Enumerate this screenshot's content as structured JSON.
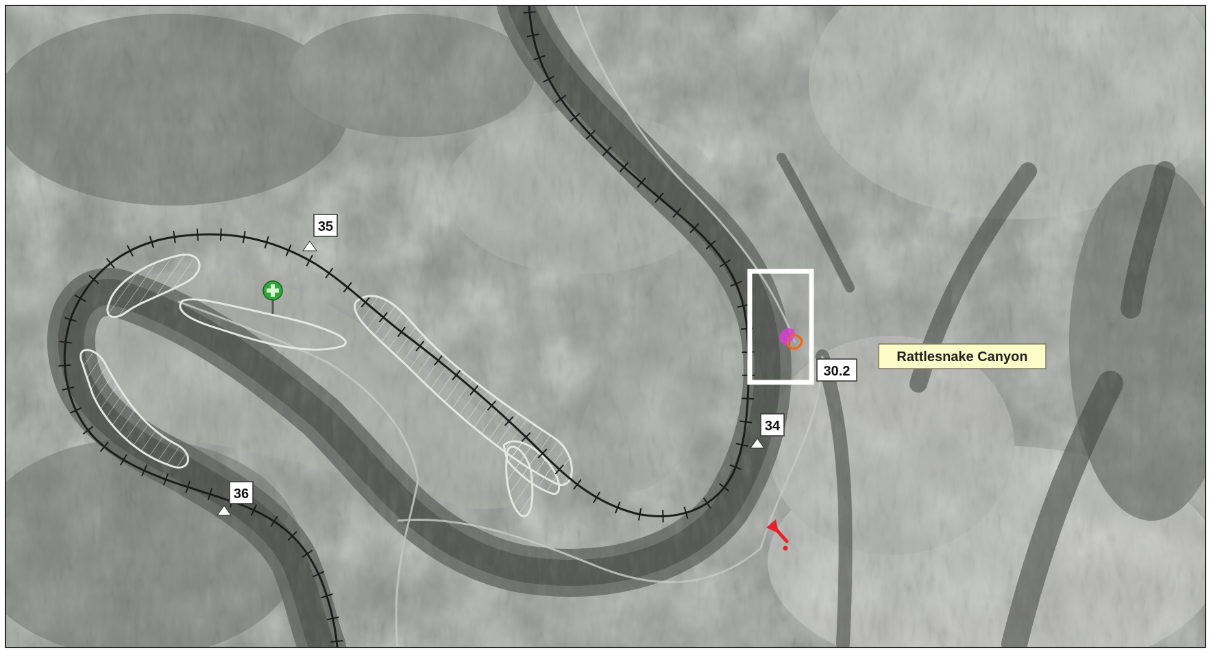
{
  "map": {
    "river_miles": [
      {
        "id": "rm-35",
        "label": "35"
      },
      {
        "id": "rm-34",
        "label": "34"
      },
      {
        "id": "rm-36",
        "label": "36"
      },
      {
        "id": "rm-30-2",
        "label": "30.2"
      }
    ],
    "place_labels": [
      {
        "id": "rattlesnake-canyon",
        "label": "Rattlesnake Canyon"
      }
    ],
    "colors": {
      "track": "#1c1c1c",
      "label_bg": "#fdfbc8",
      "highlight_box": "#ffffff",
      "green_marker": "#2fa83a",
      "red_marker": "#e8202a",
      "magenta_marker": "#d63fd0",
      "orange_marker": "#f06a1a"
    },
    "icons": [
      "river-mile-triangle-icon",
      "green-plus-marker-icon",
      "red-arrow-icon"
    ]
  }
}
